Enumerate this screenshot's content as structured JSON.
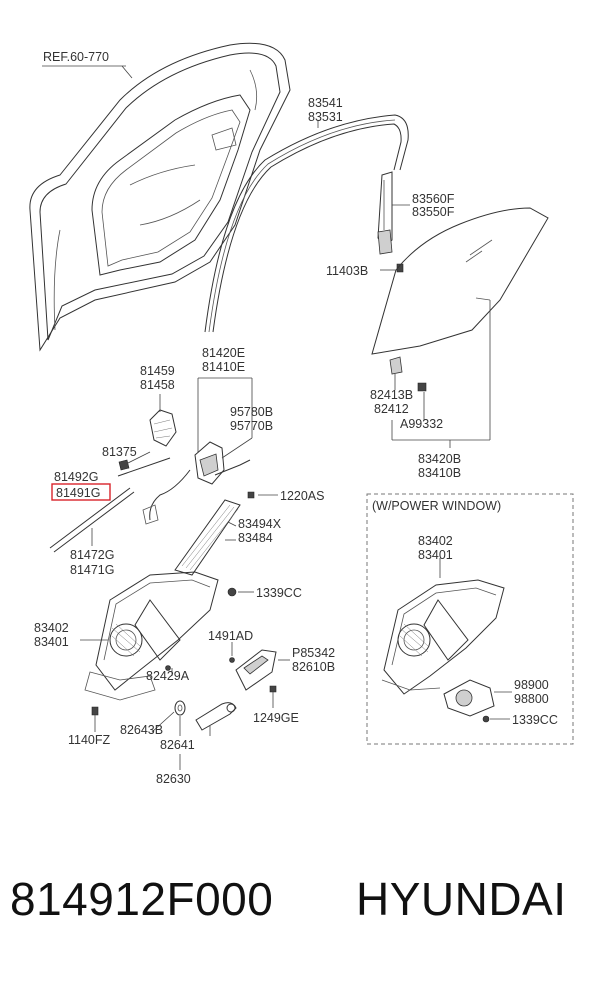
{
  "diagram": {
    "ref_label": "REF.60-770",
    "highlight_color": "#d8232a",
    "window_note": "(W/POWER WINDOW)",
    "labels": {
      "l83541": "83541",
      "l83531": "83531",
      "l83560F": "83560F",
      "l83550F": "83550F",
      "l11403B": "11403B",
      "l81459": "81459",
      "l81458": "81458",
      "l81420E": "81420E",
      "l81410E": "81410E",
      "l95780B": "95780B",
      "l95770B": "95770B",
      "l81375": "81375",
      "l81492G": "81492G",
      "l81491G": "81491G",
      "l1220AS": "1220AS",
      "l83494X": "83494X",
      "l83484": "83484",
      "l81472G": "81472G",
      "l81471G": "81471G",
      "l82413B": "82413B",
      "l82412": "82412",
      "lA99332": "A99332",
      "l83420B": "83420B",
      "l83410B": "83410B",
      "l1339CC_a": "1339CC",
      "l83402_a": "83402",
      "l83401_a": "83401",
      "l1491AD": "1491AD",
      "lP85342": "P85342",
      "l82610B": "82610B",
      "l82429A": "82429A",
      "l1140FZ": "1140FZ",
      "l82643B": "82643B",
      "l82641": "82641",
      "l1249GE": "1249GE",
      "l82630": "82630",
      "l83402_b": "83402",
      "l83401_b": "83401",
      "l98900": "98900",
      "l98800": "98800",
      "l1339CC_b": "1339CC"
    }
  },
  "footer": {
    "part_number": "814912F000",
    "brand": "HYUNDAI"
  }
}
